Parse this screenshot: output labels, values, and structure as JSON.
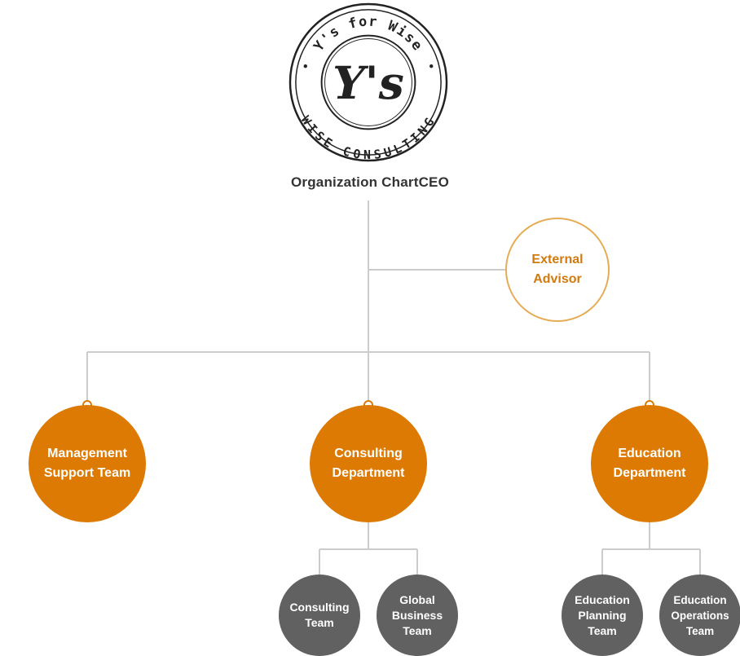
{
  "logo": {
    "top_text": "Y's for Wise",
    "center_text": "Y's",
    "bottom_text": "WISE CONSULTING"
  },
  "header": {
    "title": "Organization ChartCEO"
  },
  "advisor": {
    "label": "External\nAdvisor"
  },
  "departments": [
    {
      "label": "Management\nSupport Team"
    },
    {
      "label": "Consulting\nDepartment"
    },
    {
      "label": "Education\nDepartment"
    }
  ],
  "teams": [
    {
      "label": "Consulting\nTeam"
    },
    {
      "label": "Global\nBusiness\nTeam"
    },
    {
      "label": "Education\nPlanning\nTeam"
    },
    {
      "label": "Education\nOperations\nTeam"
    }
  ],
  "colors": {
    "accent": "#dd7a04",
    "advisor_border": "#e5ac55",
    "advisor_text": "#d17a10",
    "team": "#616161",
    "line": "#cccccc"
  }
}
